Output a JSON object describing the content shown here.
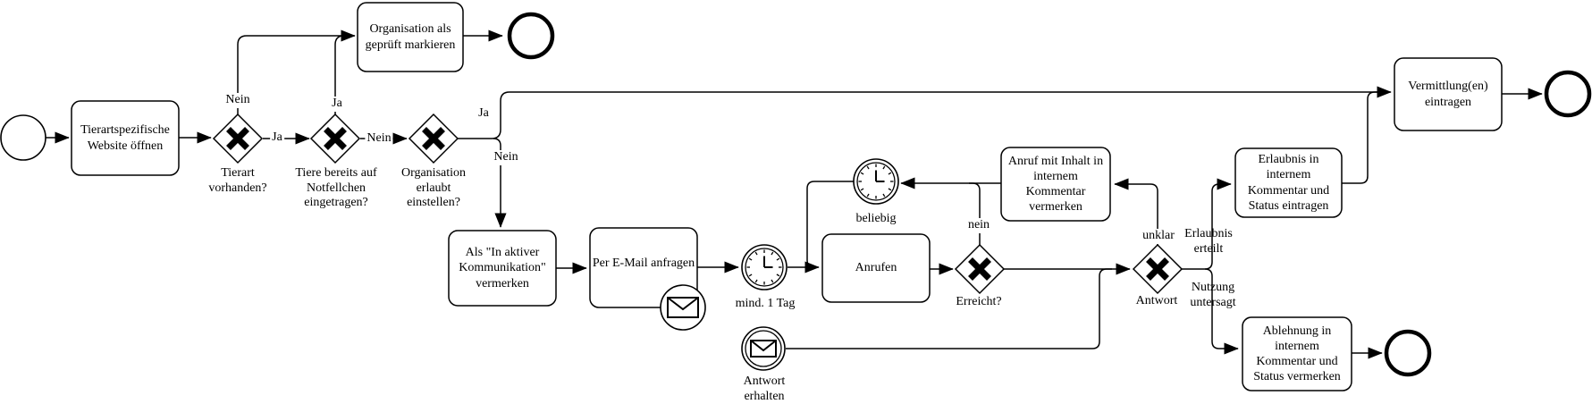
{
  "diagram": {
    "background_color": "#ffffff",
    "stroke_color": "#000000",
    "tasks": {
      "open_website": "Tierartspezifische Website öffnen",
      "mark_verified": "Organisation als geprüft markieren",
      "mark_active_communication": "Als \"In aktiver Kommunikation\" vermerken",
      "email_request": "Per E-Mail anfragen",
      "call": "Anrufen",
      "note_call": "Anruf mit Inhalt in internem Kommentar vermerken",
      "note_permission": "Erlaubnis in internem Kommentar und Status eintragen",
      "note_rejection": "Ablehnung in internem Kommentar und Status vermerken",
      "enter_mediation": "Vermittlung(en) eintragen"
    },
    "gateways": {
      "species_available": "Tierart vorhanden?",
      "already_listed": "Tiere bereits auf Notfellchen eingetragen?",
      "org_allows": "Organisation erlaubt einstellen?",
      "reached": "Erreicht?",
      "answer": "Antwort"
    },
    "events": {
      "timer_min_one_day": "mind. 1 Tag",
      "timer_any": "beliebig",
      "answer_received": "Antwort erhalten"
    },
    "edge_labels": {
      "g1_no": "Nein",
      "g1_yes": "Ja",
      "g2_yes": "Ja",
      "g2_no": "Nein",
      "g3_yes": "Ja",
      "g3_no": "Nein",
      "reached_no": "nein",
      "answer_unclear": "unklar",
      "answer_permission": "Erlaubnis erteilt",
      "answer_forbidden": "Nutzung untersagt"
    }
  }
}
